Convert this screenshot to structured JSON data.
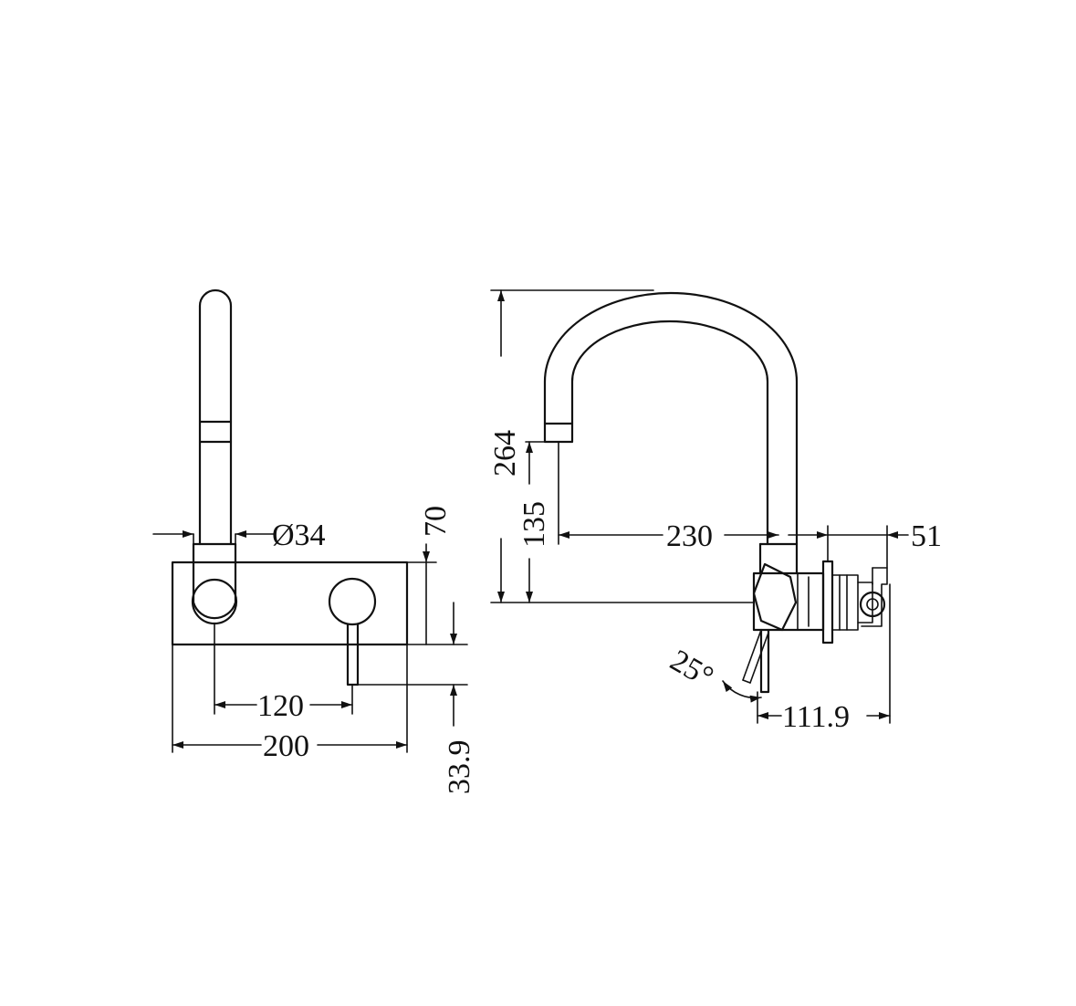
{
  "diagram": {
    "front_view": {
      "spout_diameter": "Ø34",
      "plate_height": "70",
      "outlet_spacing": "120",
      "plate_width": "200",
      "lever_drop": "33.9"
    },
    "side_view": {
      "overall_height": "264",
      "outlet_height": "135",
      "spout_reach": "230",
      "body_depth": "51",
      "lever_projection": "111.9",
      "lever_angle": "25°"
    }
  }
}
